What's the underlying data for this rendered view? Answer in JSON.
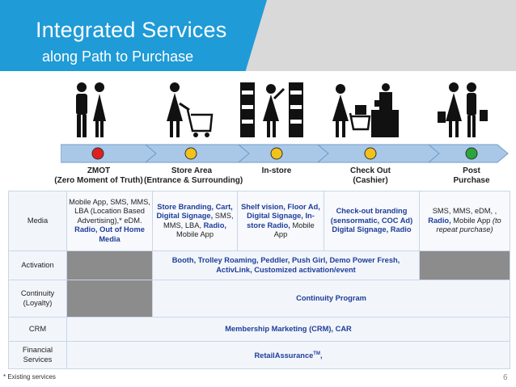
{
  "banner": {
    "title_line1": "Integrated Services",
    "title_line2": "along Path to Purchase"
  },
  "stages": [
    {
      "label_line1": "ZMOT",
      "label_line2": "(Zero Moment of Truth)",
      "dot_color": "#e02020"
    },
    {
      "label_line1": "Store Area",
      "label_line2": "(Entrance & Surrounding)",
      "dot_color": "#f2c21c"
    },
    {
      "label_line1": "In-store",
      "label_line2": "",
      "dot_color": "#f2c21c"
    },
    {
      "label_line1": "Check Out",
      "label_line2": "(Cashier)",
      "dot_color": "#f2c21c"
    },
    {
      "label_line1": "Post",
      "label_line2": "Purchase",
      "dot_color": "#2aa53a"
    }
  ],
  "table": {
    "rows": {
      "media": "Media",
      "activation": "Activation",
      "continuity": "Continuity\n(Loyalty)",
      "crm": "CRM",
      "financial": "Financial\nServices"
    },
    "media": {
      "zmot_plain": "Mobile App, SMS, MMS, LBA (Location Based Advertising),* eDM.",
      "zmot_blue": "Radio, Out of Home Media",
      "store_blue": "Store Branding, Cart, Digital Signage,",
      "store_plain": "SMS, MMS, LBA,",
      "store_blue2": "Radio,",
      "store_plain2": "Mobile App",
      "instore_blue": "Shelf vision, Floor Ad, Digital Signage, In-store Radio,",
      "instore_plain": "Mobile App",
      "checkout_blue": "Check-out branding (sensormatic, COC Ad) Digital Signage, Radio",
      "post_plain": "SMS, MMS, eDM, ,",
      "post_blue": "Radio,",
      "post_plain2": "Mobile App",
      "post_italic": "(to repeat purchase)"
    },
    "activation_text": "Booth, Trolley Roaming, Peddler, Push Girl, Demo Power Fresh, ActivLink, Customized activation/event",
    "continuity_text": "Continuity Program",
    "crm_text": "Membership Marketing (CRM), CAR",
    "financial_text": "RetailAssurance",
    "financial_sup": "TM",
    "financial_suffix": ","
  },
  "footnote": "* Existing services",
  "page_number": "6"
}
